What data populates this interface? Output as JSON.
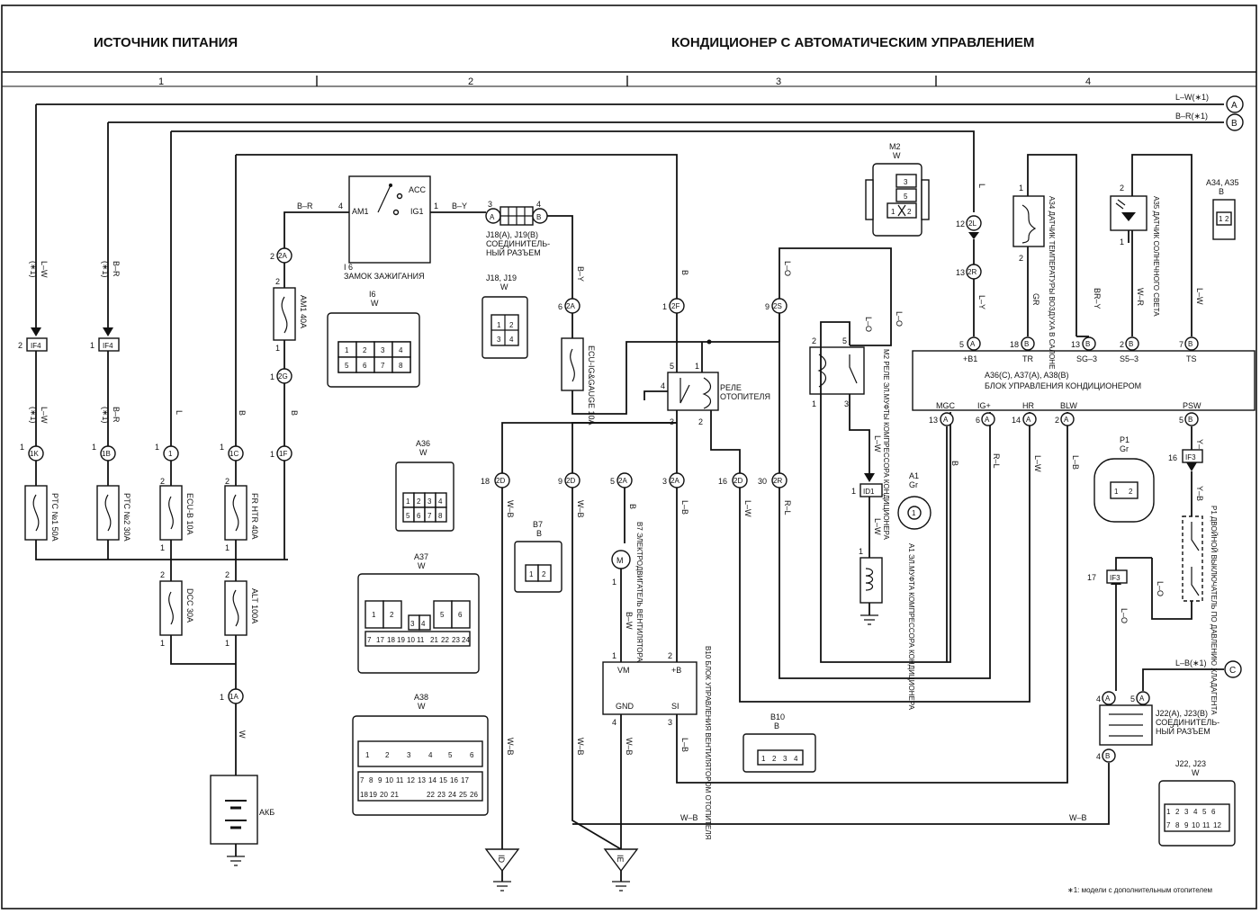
{
  "header": {
    "left_title": "ИСТОЧНИК ПИТАНИЯ",
    "right_title": "КОНДИЦИОНЕР С АВТОМАТИЧЕСКИМ УПРАВЛЕНИЕМ"
  },
  "columns": [
    "1",
    "2",
    "3",
    "4"
  ],
  "bus": {
    "A": {
      "wire": "L–W(∗1)",
      "label": "A"
    },
    "B": {
      "wire": "B–R(∗1)",
      "label": "B"
    },
    "C": {
      "wire": "L–B(∗1)",
      "label": "C"
    }
  },
  "fuses": {
    "ptc1": "PTC №1 50A",
    "ptc2": "PTC №2 30A",
    "ecub": "ECU-B 10A",
    "frhtr": "FR HTR 40A",
    "dcc": "DCC 30A",
    "alt": "ALT 100A",
    "am1": "AM1 40A",
    "ecuig": "ECU-IG&GAUGE 10A"
  },
  "components": {
    "battery": "АКБ",
    "ignition_id": "I 6",
    "ignition_name": "ЗАМОК ЗАЖИГАНИЯ",
    "ign_am1": "AM1",
    "ign_ig1": "IG1",
    "ign_acc": "ACC",
    "j18_id": "J18(A), J19(B)",
    "j18_name1": "СОЕДИНИТЕЛЬ-",
    "j18_name2": "НЫЙ РАЗЪЕМ",
    "heater_relay1": "РЕЛЕ",
    "heater_relay2": "ОТОПИТЕЛЯ",
    "m2_relay": "M2 РЕЛЕ ЭЛ.МУФТЫ КОМПРЕССОРА КОНДИЦИОНЕРА",
    "a1_clutch": "A1 ЭЛ.МУФТА КОМПРЕССОРА КОНДИЦИОНЕРА",
    "b7_motor": "B7 ЭЛЕКТРОДВИГАТЕЛЬ ВЕНТИЛЯТОРА ОТОПИТЕЛЯ",
    "b10_unit": "B10 БЛОК УПРАВЛЕНИЯ ВЕНТИЛЯТОРОМ ОТОПИТЕЛЯ",
    "a34_sensor": "A34 ДАТЧИК ТЕМПЕРАТУРЫ ВОЗДУХА В САЛОНЕ",
    "a35_sensor": "A35 ДАТЧИК СОЛНЕЧНОГО СВЕТА",
    "ac_unit_id": "A36(C), A37(A), A38(B)",
    "ac_unit_name": "БЛОК УПРАВЛЕНИЯ КОНДИЦИОНЕРОМ",
    "p1_switch": "P1 ДВОЙНОЙ ВЫКЛЮЧАТЕЛЬ ПО ДАВЛЕНИЮ ХЛАДАГЕНТА",
    "j22_id": "J22(A), J23(B)",
    "j22_name1": "СОЕДИНИТЕЛЬ-",
    "j22_name2": "НЫЙ РАЗЪЕМ",
    "b10_vm": "VM",
    "b10_plusb": "+B",
    "b10_gnd": "GND",
    "b10_si": "SI"
  },
  "ac_pins_top": [
    "+B1",
    "TR",
    "SG–3",
    "S5–3",
    "TS"
  ],
  "ac_pins_bottom": [
    "MGC",
    "IG+",
    "HR",
    "BLW",
    "PSW"
  ],
  "connector_views": {
    "m2": {
      "id": "M2",
      "color": "W"
    },
    "i6": {
      "id": "I6",
      "color": "W"
    },
    "j18": {
      "id": "J18, J19",
      "color": "W"
    },
    "a36": {
      "id": "A36",
      "color": "W"
    },
    "b7": {
      "id": "B7",
      "color": "B"
    },
    "a37": {
      "id": "A37",
      "color": "W"
    },
    "a38": {
      "id": "A38",
      "color": "W"
    },
    "b10": {
      "id": "B10",
      "color": "B"
    },
    "a1": {
      "id": "A1",
      "color": "Gr"
    },
    "p1": {
      "id": "P1",
      "color": "Gr"
    },
    "a34": {
      "id": "A34, A35",
      "color": "B"
    },
    "j22": {
      "id": "J22, J23",
      "color": "W"
    }
  },
  "grounds": {
    "id": "ID",
    "ie": "IE"
  },
  "footnote": "∗1: модели с дополнительным отопителем"
}
